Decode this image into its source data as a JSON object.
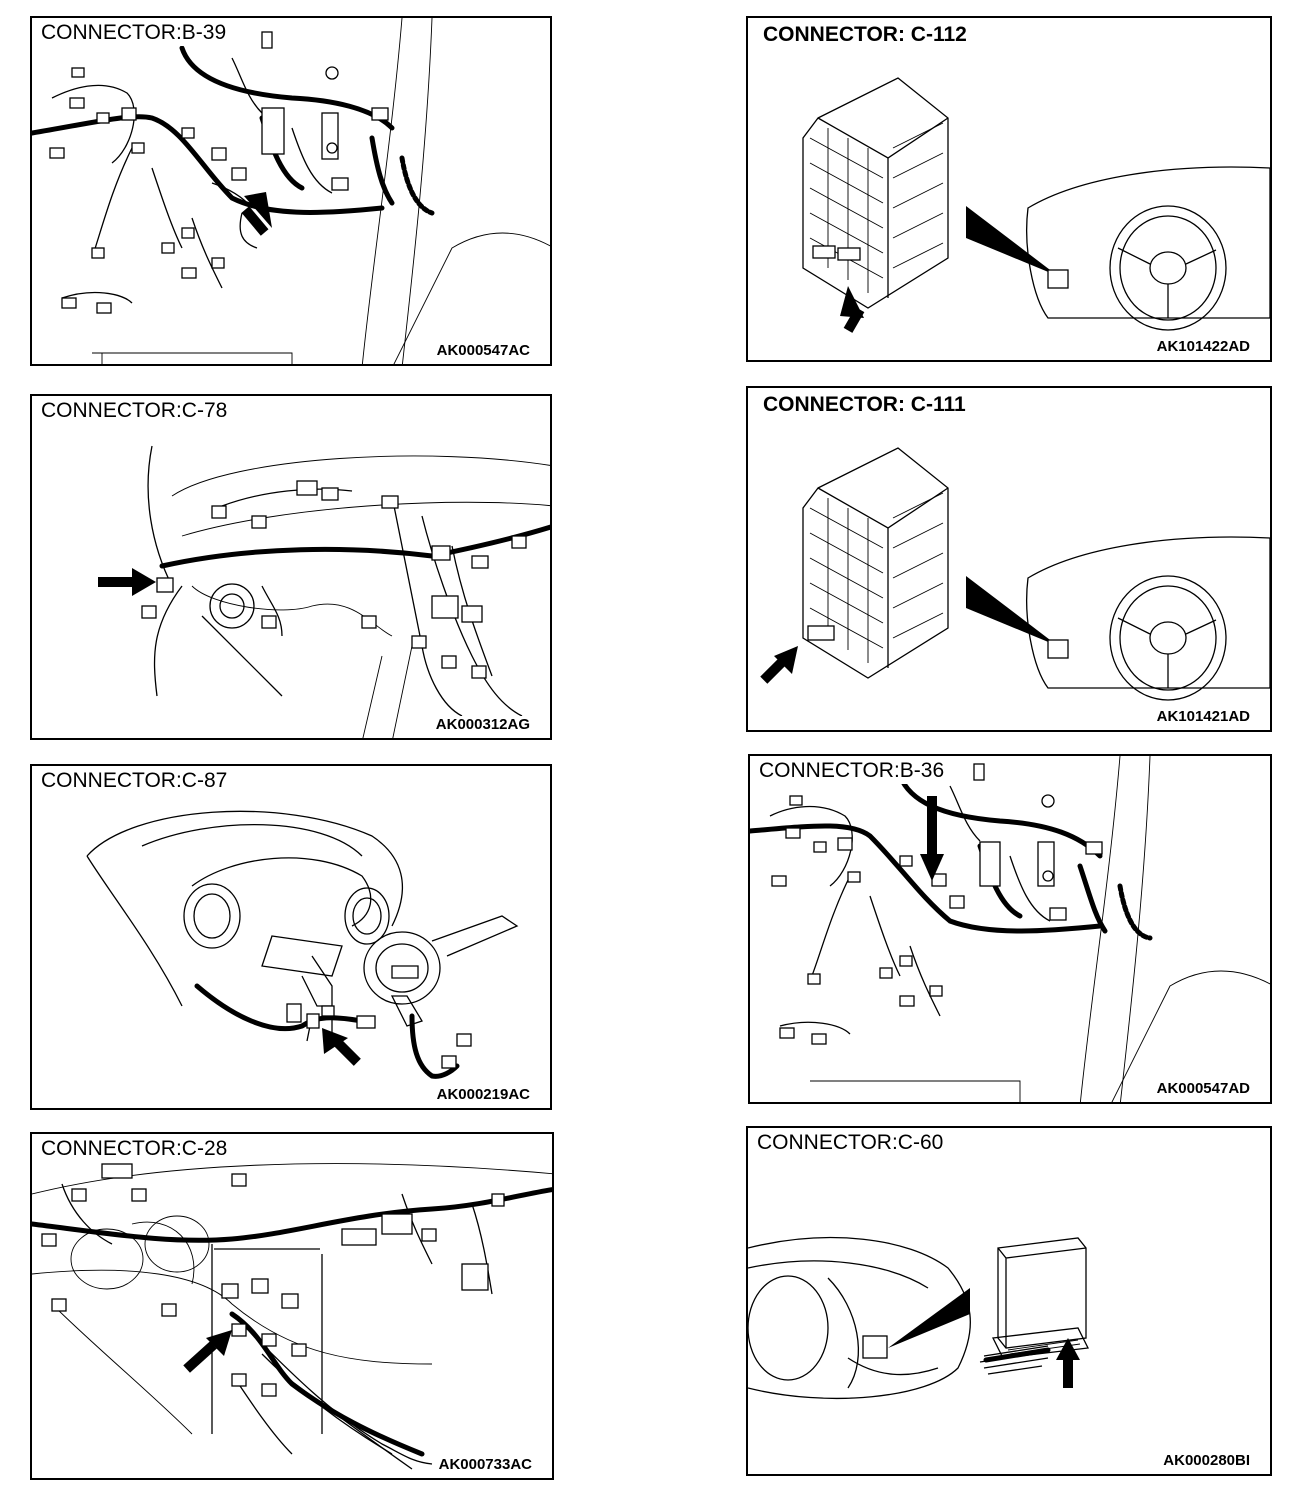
{
  "panels": {
    "b39": {
      "title": "CONNECTOR:B-39",
      "code": "AK000547AC"
    },
    "c112": {
      "title": "CONNECTOR: C-112",
      "code": "AK101422AD"
    },
    "c78": {
      "title": "CONNECTOR:C-78",
      "code": "AK000312AG"
    },
    "c111": {
      "title": "CONNECTOR: C-111",
      "code": "AK101421AD"
    },
    "c87": {
      "title": "CONNECTOR:C-87",
      "code": "AK000219AC"
    },
    "b36": {
      "title": "CONNECTOR:B-36",
      "code": "AK000547AD"
    },
    "c28": {
      "title": "CONNECTOR:C-28",
      "code": "AK000733AC"
    },
    "c60": {
      "title": "CONNECTOR:C-60",
      "code": "AK000280BI"
    }
  },
  "icons": {
    "arrow": "locator-arrow-icon",
    "connector": "harness-connector-icon",
    "relay_box": "relay-box-icon",
    "steering_wheel": "steering-wheel-icon",
    "ecu": "control-unit-icon"
  }
}
